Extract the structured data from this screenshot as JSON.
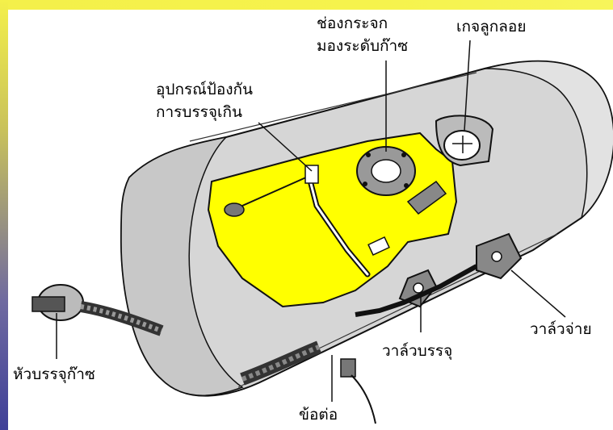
{
  "labels": {
    "sight_glass": [
      "ช่องกระจก",
      "มองระดับก๊าซ"
    ],
    "float_gauge": "เกจลูกลอย",
    "overfill_device": [
      "อุปกรณ์ป้องกัน",
      "การบรรจุเกิน"
    ],
    "filler_head": "หัวบรรจุก๊าซ",
    "discharge_valve": "วาล์วจ่าย",
    "fill_valve": "วาล์วบรรจุ",
    "connector": "ข้อต่อ"
  },
  "colors": {
    "frame_yellow": "#f4f04a",
    "frame_blue": "#3f3f98",
    "cutaway_yellow": "#ffff00",
    "tank_gray": "#d6d6d6",
    "line": "#111111"
  }
}
